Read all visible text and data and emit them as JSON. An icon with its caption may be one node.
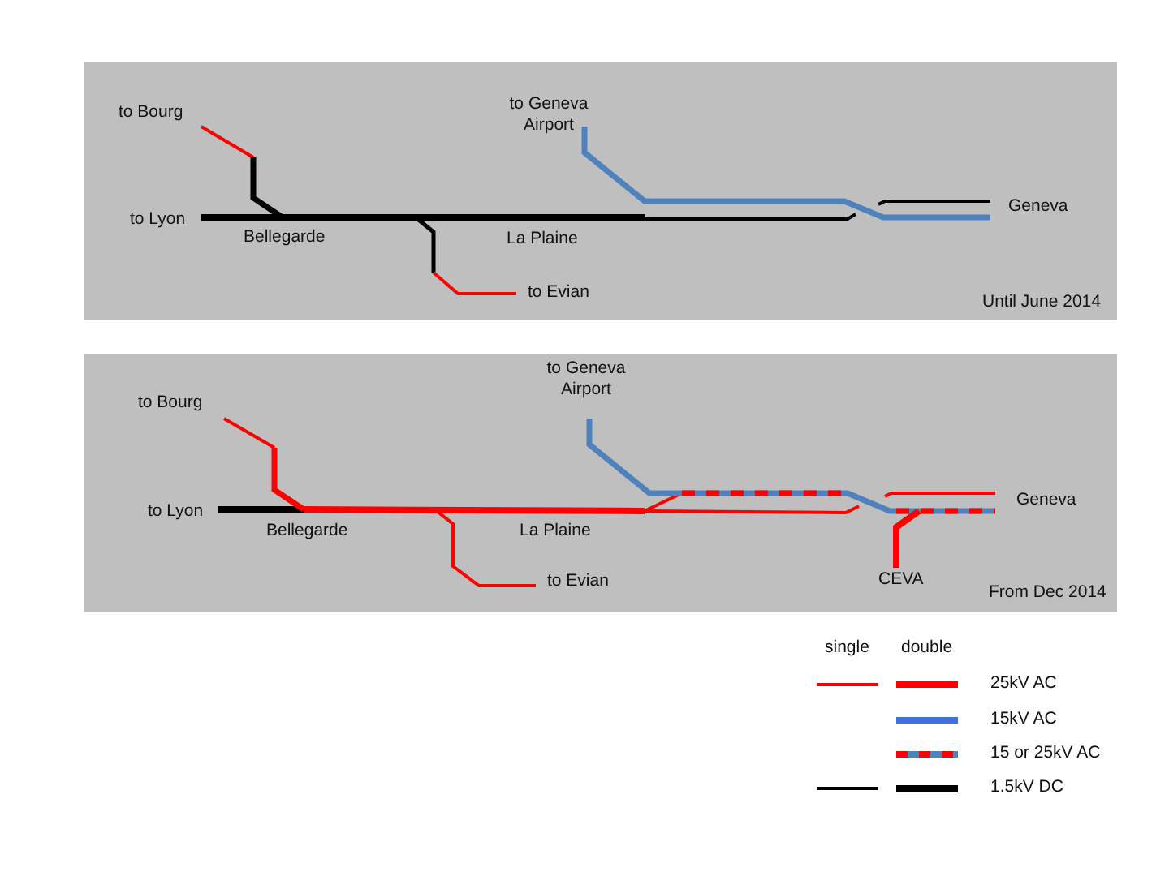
{
  "diagram": {
    "nodes": [
      {
        "text": [
          "to Bourg",
          "to Geneva Airport",
          "to Lyon",
          "Geneva",
          "Bellegarde",
          "La Plaine",
          "to Evian",
          "Until June 2014"
        ]
      },
      {
        "text": [
          "to Bourg",
          "to Geneva Airport",
          "to Lyon",
          "Geneva",
          "Bellegarde",
          "La Plaine",
          "to Evian",
          "CEVA",
          "From Dec 2014"
        ]
      }
    ],
    "labels": [
      "single",
      "double"
    ],
    "legend": [
      {
        "text": "25kV AC"
      },
      {
        "text": "15kV AC"
      },
      {
        "text": "15 or 25kV AC"
      },
      {
        "text": "1.5kV DC"
      }
    ]
  }
}
